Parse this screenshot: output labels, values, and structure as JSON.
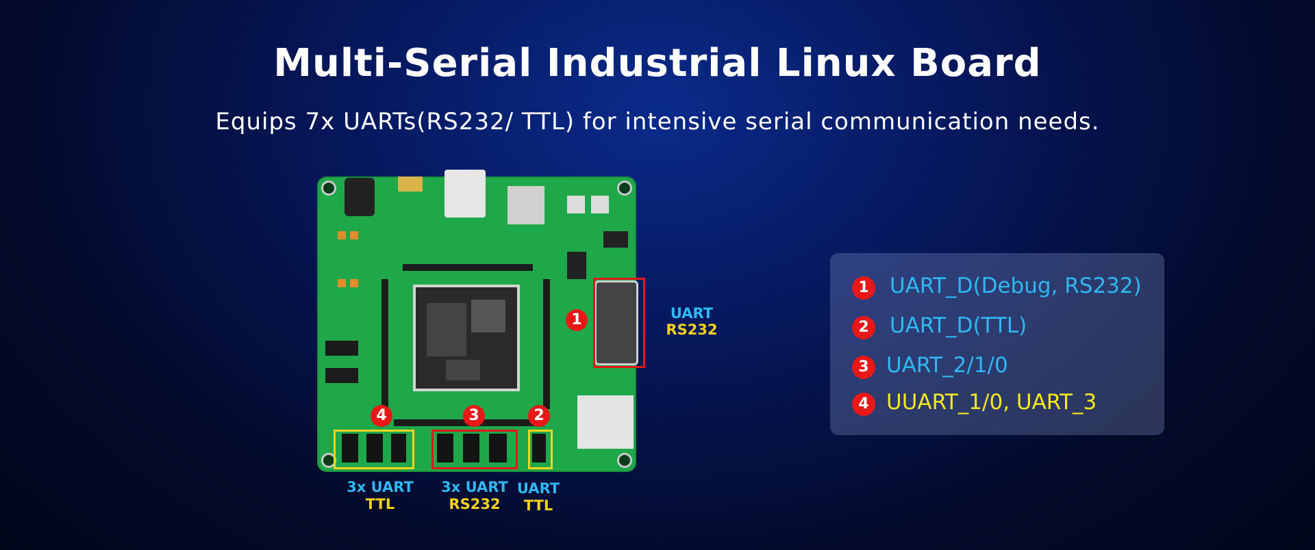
{
  "header": {
    "title": "Multi-Serial Industrial Linux Board",
    "subtitle": "Equips 7x UARTs(RS232/ TTL) for intensive serial communication needs."
  },
  "board_callouts": [
    {
      "number": "1",
      "line1": "UART",
      "line2": "RS232"
    },
    {
      "number": "4",
      "line1": "3x UART",
      "line2": "TTL"
    },
    {
      "number": "3",
      "line1": "3x UART",
      "line2": "RS232"
    },
    {
      "number": "2",
      "line1": "UART",
      "line2": "TTL"
    }
  ],
  "legend": [
    {
      "number": "1",
      "text": "UART_D(Debug, RS232)"
    },
    {
      "number": "2",
      "text": "UART_D(TTL)"
    },
    {
      "number": "3",
      "text": "UART_2/1/0"
    },
    {
      "number": "4",
      "text": "UUART_1/0,  UART_3"
    }
  ],
  "colors": {
    "accent_blue": "#2fb8f2",
    "accent_yellow": "#f3d21e",
    "badge_red": "#e81818",
    "board_green": "#1fa84a"
  }
}
